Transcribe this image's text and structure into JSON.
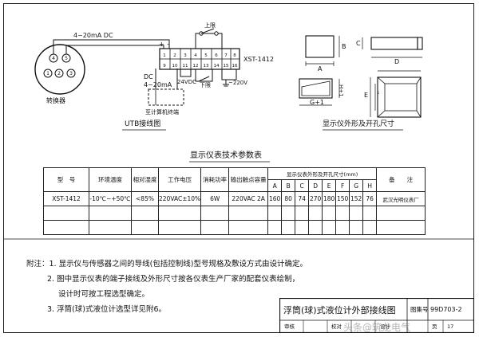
{
  "utb": {
    "signal_label": "4~20mA DC",
    "converter_label": "转换器",
    "dc_label_1": "DC",
    "dc_label_2": "4~20mA",
    "computer_label": "至计算机终端",
    "model_label": "XST-1412",
    "upper_limit": "上限",
    "lower_limit": "下限",
    "dc24_label": "24VDC",
    "ac220_label": "~220V",
    "plus_sign": "+",
    "minus_sign": "-",
    "caption": "UTB接线图"
  },
  "dims": {
    "caption": "显示仪外形及开孔尺寸",
    "labels": {
      "A": "A",
      "B": "B",
      "C": "C",
      "D": "D",
      "E": "E",
      "F": "F",
      "G1": "G+1",
      "H1": "H+1"
    }
  },
  "table": {
    "title": "显示仪表技术参数表",
    "headers": {
      "model": "型　号",
      "env_temp": "环境温度",
      "humidity": "相对湿度",
      "voltage": "工作电压",
      "power": "消耗功率",
      "contact": "输出触点容量",
      "dims_group": "显示仪表外形及开孔尺寸(mm)",
      "remarks": "备　　注"
    },
    "dim_cols": [
      "A",
      "B",
      "C",
      "D",
      "E",
      "F",
      "G",
      "H"
    ],
    "row": {
      "model": "XST-1412",
      "env_temp": "-10℃~+50℃",
      "humidity": "<85%",
      "voltage": "220VAC±10%",
      "power": "6W",
      "contact": "220VAC  2A",
      "dims": [
        "160",
        "80",
        "74",
        "270",
        "180",
        "150",
        "152",
        "76"
      ],
      "remarks": "武汉光明仪表厂"
    }
  },
  "notes": {
    "prefix": "附注：",
    "items": [
      "1. 显示仪与传感器之间的导线(包括控制线)型号规格及敷设方式由设计确定。",
      "2. 图中显示仪表的端子接线及外形尺寸按各仪表生产厂家的配套仪表绘制，",
      "设计时可按工程选型确定。",
      "3. 浮筒(球)式液位计选型详见附6。"
    ]
  },
  "titleblock": {
    "title": "浮筒(球)式液位计外部接线图",
    "atlas_label": "图集号",
    "atlas_no": "99D703-2",
    "review_label": "审核",
    "check_label": "校对",
    "design_label": "设计",
    "page_label": "页",
    "page_no": "17",
    "watermark": "头条@筑龙电气"
  }
}
